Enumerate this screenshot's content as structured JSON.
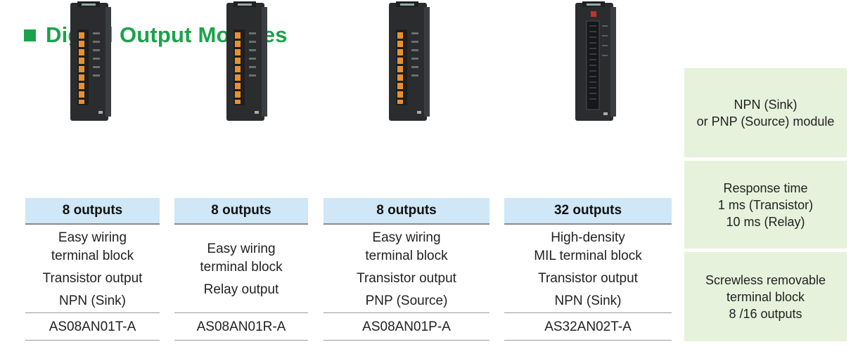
{
  "page": {
    "title": "Digital Output Modules",
    "accent_color": "#1aa34a",
    "head_bg_color": "#cfe7f6",
    "feature_bg_color": "#e6f2dc"
  },
  "modules": [
    {
      "outputs": "8 outputs",
      "lines": [
        "Easy wiring",
        "terminal block",
        "Transistor output",
        "NPN (Sink)"
      ],
      "model": "AS08AN01T-A"
    },
    {
      "outputs": "8 outputs",
      "lines": [
        "Easy wiring",
        "terminal block",
        "Relay output"
      ],
      "model": "AS08AN01R-A"
    },
    {
      "outputs": "8 outputs",
      "lines": [
        "Easy wiring",
        "terminal block",
        "Transistor output",
        "PNP (Source)"
      ],
      "model": "AS08AN01P-A"
    },
    {
      "outputs": "32 outputs",
      "lines": [
        "High-density",
        "MIL terminal block",
        "Transistor output",
        "NPN (Sink)"
      ],
      "model": "AS32AN02T-A"
    }
  ],
  "features": [
    {
      "lines": [
        "NPN (Sink)",
        "or PNP (Source) module"
      ]
    },
    {
      "lines": [
        "Response time",
        "1 ms (Transistor)",
        "10 ms (Relay)"
      ]
    },
    {
      "lines": [
        "Screwless removable",
        "terminal block",
        "8  /16 outputs"
      ]
    }
  ]
}
